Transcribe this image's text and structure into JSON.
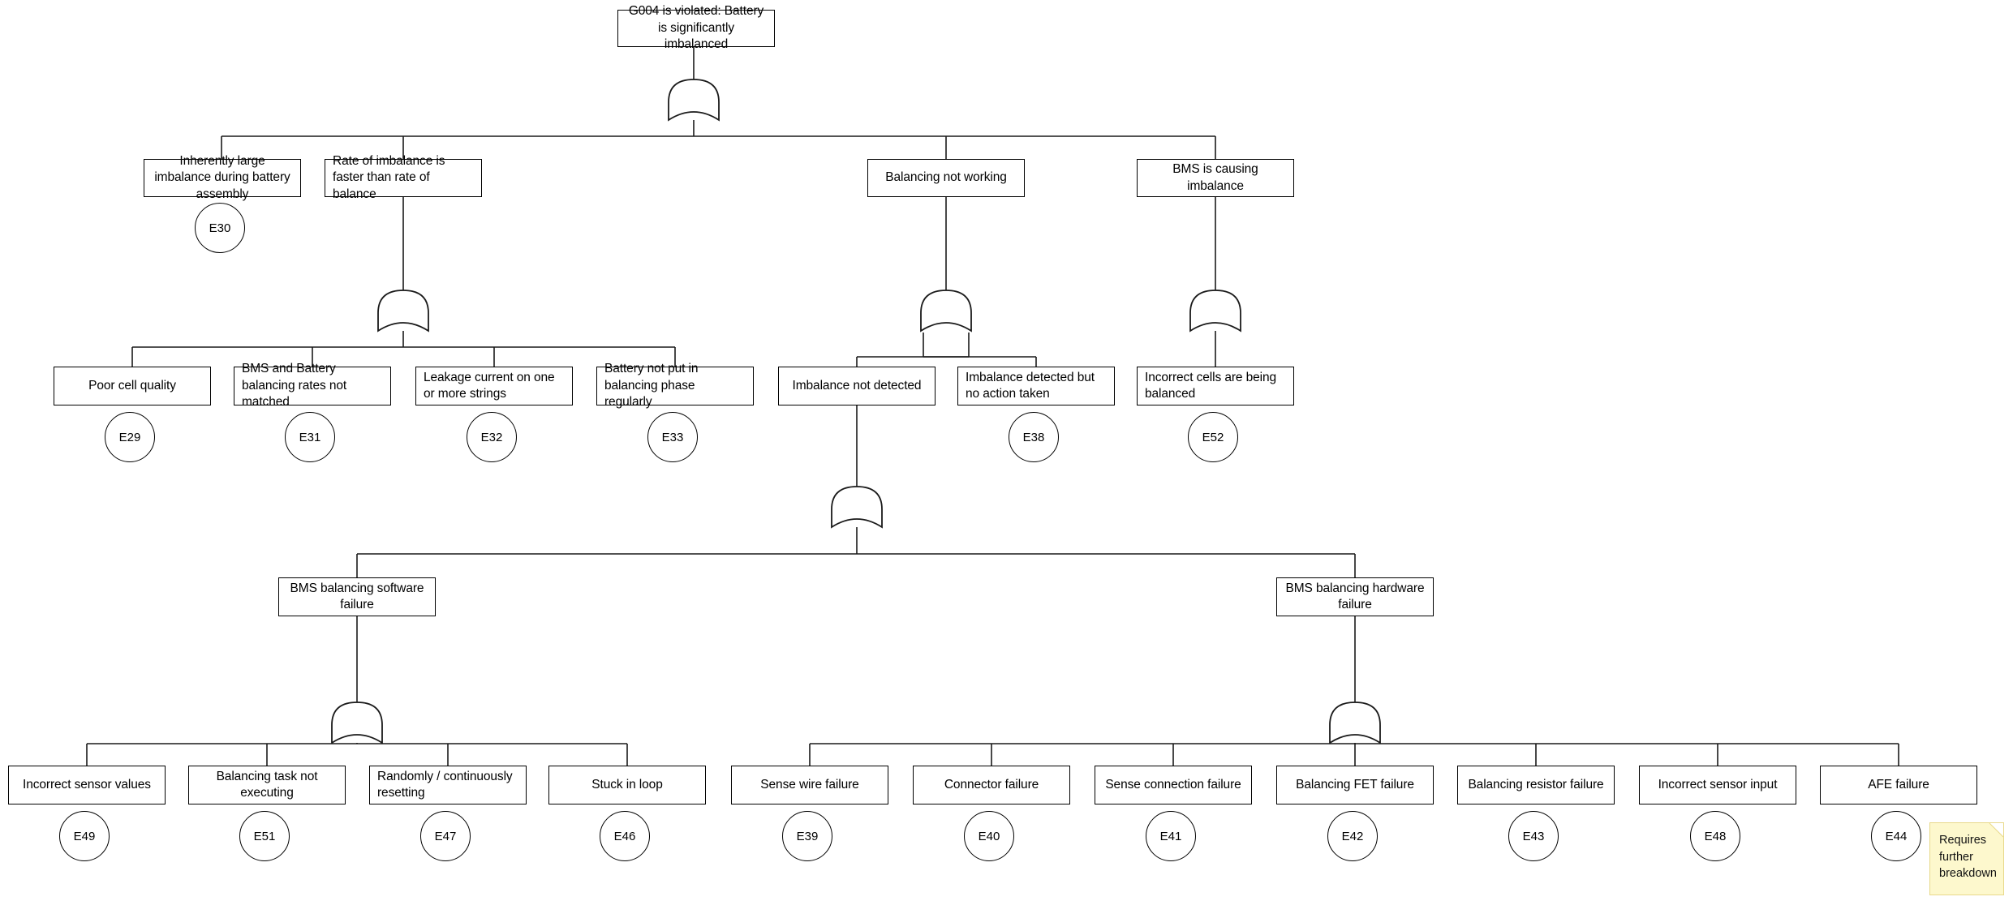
{
  "diagram": {
    "title": "Fault tree for G004 battery imbalance",
    "gate_type": "OR",
    "colors": {
      "line": "#1a1a1a",
      "box_border": "#000000",
      "box_fill": "#ffffff",
      "sticky_fill": "#fdf8cd",
      "sticky_border": "#e8d98a",
      "background": "#ffffff"
    }
  },
  "nodes": {
    "top": {
      "label": "G004 is violated: Battery is significantly imbalanced"
    },
    "n_inherent": {
      "label": "Inherently large imbalance during battery assembly"
    },
    "n_rate": {
      "label": "Rate of imbalance is faster than rate of balance"
    },
    "n_balancing_not_working": {
      "label": "Balancing not working"
    },
    "n_bms_causing": {
      "label": "BMS is causing imbalance"
    },
    "n_poor_cell": {
      "label": "Poor cell quality"
    },
    "n_rates_not_matched": {
      "label": "BMS and Battery balancing rates not matched"
    },
    "n_leakage": {
      "label": "Leakage current on one or more strings"
    },
    "n_not_balanced_regularly": {
      "label": "Battery not put in balancing phase regularly"
    },
    "n_imbalance_not_detected": {
      "label": "Imbalance not detected"
    },
    "n_no_action": {
      "label": "Imbalance detected but no action taken"
    },
    "n_incorrect_cells": {
      "label": "Incorrect cells are being balanced"
    },
    "n_sw_failure": {
      "label": "BMS balancing software failure"
    },
    "n_hw_failure": {
      "label": "BMS balancing hardware failure"
    },
    "n_incorrect_sensor_values": {
      "label": "Incorrect sensor values"
    },
    "n_task_not_executing": {
      "label": "Balancing task not executing"
    },
    "n_resetting": {
      "label": "Randomly / continuously resetting"
    },
    "n_stuck_loop": {
      "label": "Stuck in loop"
    },
    "n_sense_wire": {
      "label": "Sense wire failure"
    },
    "n_connector": {
      "label": "Connector failure"
    },
    "n_sense_connection": {
      "label": "Sense connection failure"
    },
    "n_fet": {
      "label": "Balancing FET failure"
    },
    "n_resistor": {
      "label": "Balancing resistor failure"
    },
    "n_incorrect_sensor_input": {
      "label": "Incorrect sensor input"
    },
    "n_afe": {
      "label": "AFE failure"
    }
  },
  "events": {
    "e30": {
      "id": "E30"
    },
    "e29": {
      "id": "E29"
    },
    "e31": {
      "id": "E31"
    },
    "e32": {
      "id": "E32"
    },
    "e33": {
      "id": "E33"
    },
    "e38": {
      "id": "E38"
    },
    "e52": {
      "id": "E52"
    },
    "e49": {
      "id": "E49"
    },
    "e51": {
      "id": "E51"
    },
    "e47": {
      "id": "E47"
    },
    "e46": {
      "id": "E46"
    },
    "e39": {
      "id": "E39"
    },
    "e40": {
      "id": "E40"
    },
    "e41": {
      "id": "E41"
    },
    "e42": {
      "id": "E42"
    },
    "e43": {
      "id": "E43"
    },
    "e48": {
      "id": "E48"
    },
    "e44": {
      "id": "E44"
    }
  },
  "annotations": {
    "sticky_note": {
      "text": "Requires further breakdown"
    }
  }
}
